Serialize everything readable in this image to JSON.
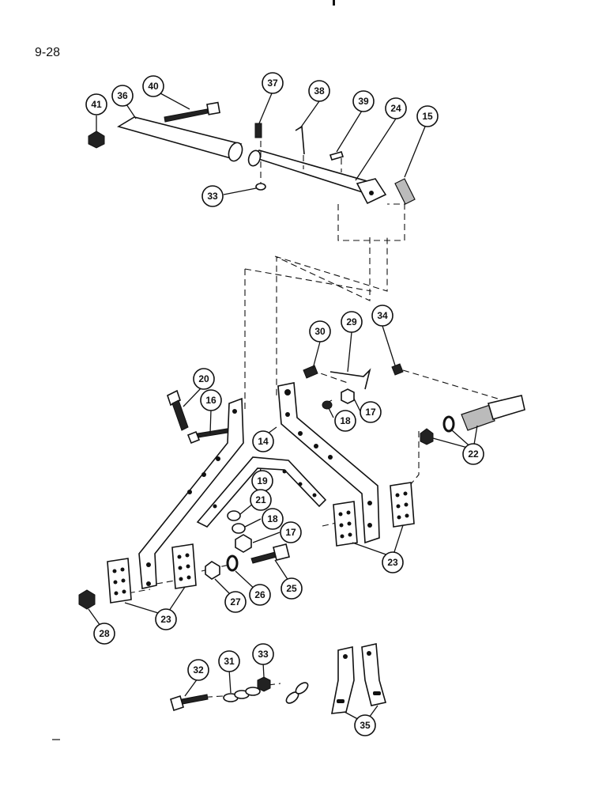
{
  "page": {
    "label": "9-28"
  },
  "callouts": [
    "41",
    "36",
    "40",
    "37",
    "38",
    "39",
    "24",
    "15",
    "33",
    "30",
    "29",
    "34",
    "20",
    "16",
    "14",
    "17",
    "18",
    "19",
    "22",
    "21",
    "18",
    "17",
    "23",
    "25",
    "26",
    "27",
    "28",
    "23",
    "33",
    "32",
    "31",
    "35"
  ],
  "colors": {
    "ink": "#111111",
    "paper": "#ffffff",
    "shade": "#bbbbbb"
  }
}
